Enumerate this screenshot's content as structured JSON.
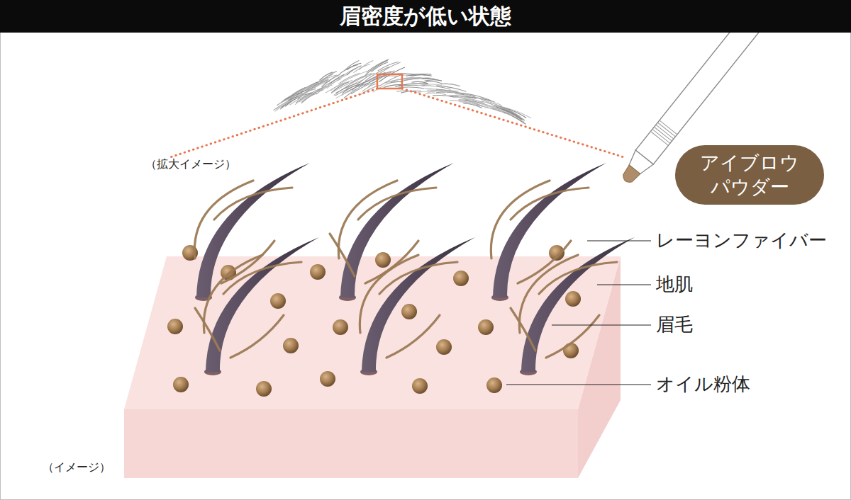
{
  "diagram": {
    "title": "眉密度が低い状態",
    "nodes": [
      {
        "text": [
          "アイブロウ パウダー"
        ]
      }
    ],
    "labels": [
      "（拡大イメージ）",
      "レーヨンファイバー",
      "地肌",
      "眉毛",
      "オイル粉体",
      "（イメージ）"
    ]
  }
}
